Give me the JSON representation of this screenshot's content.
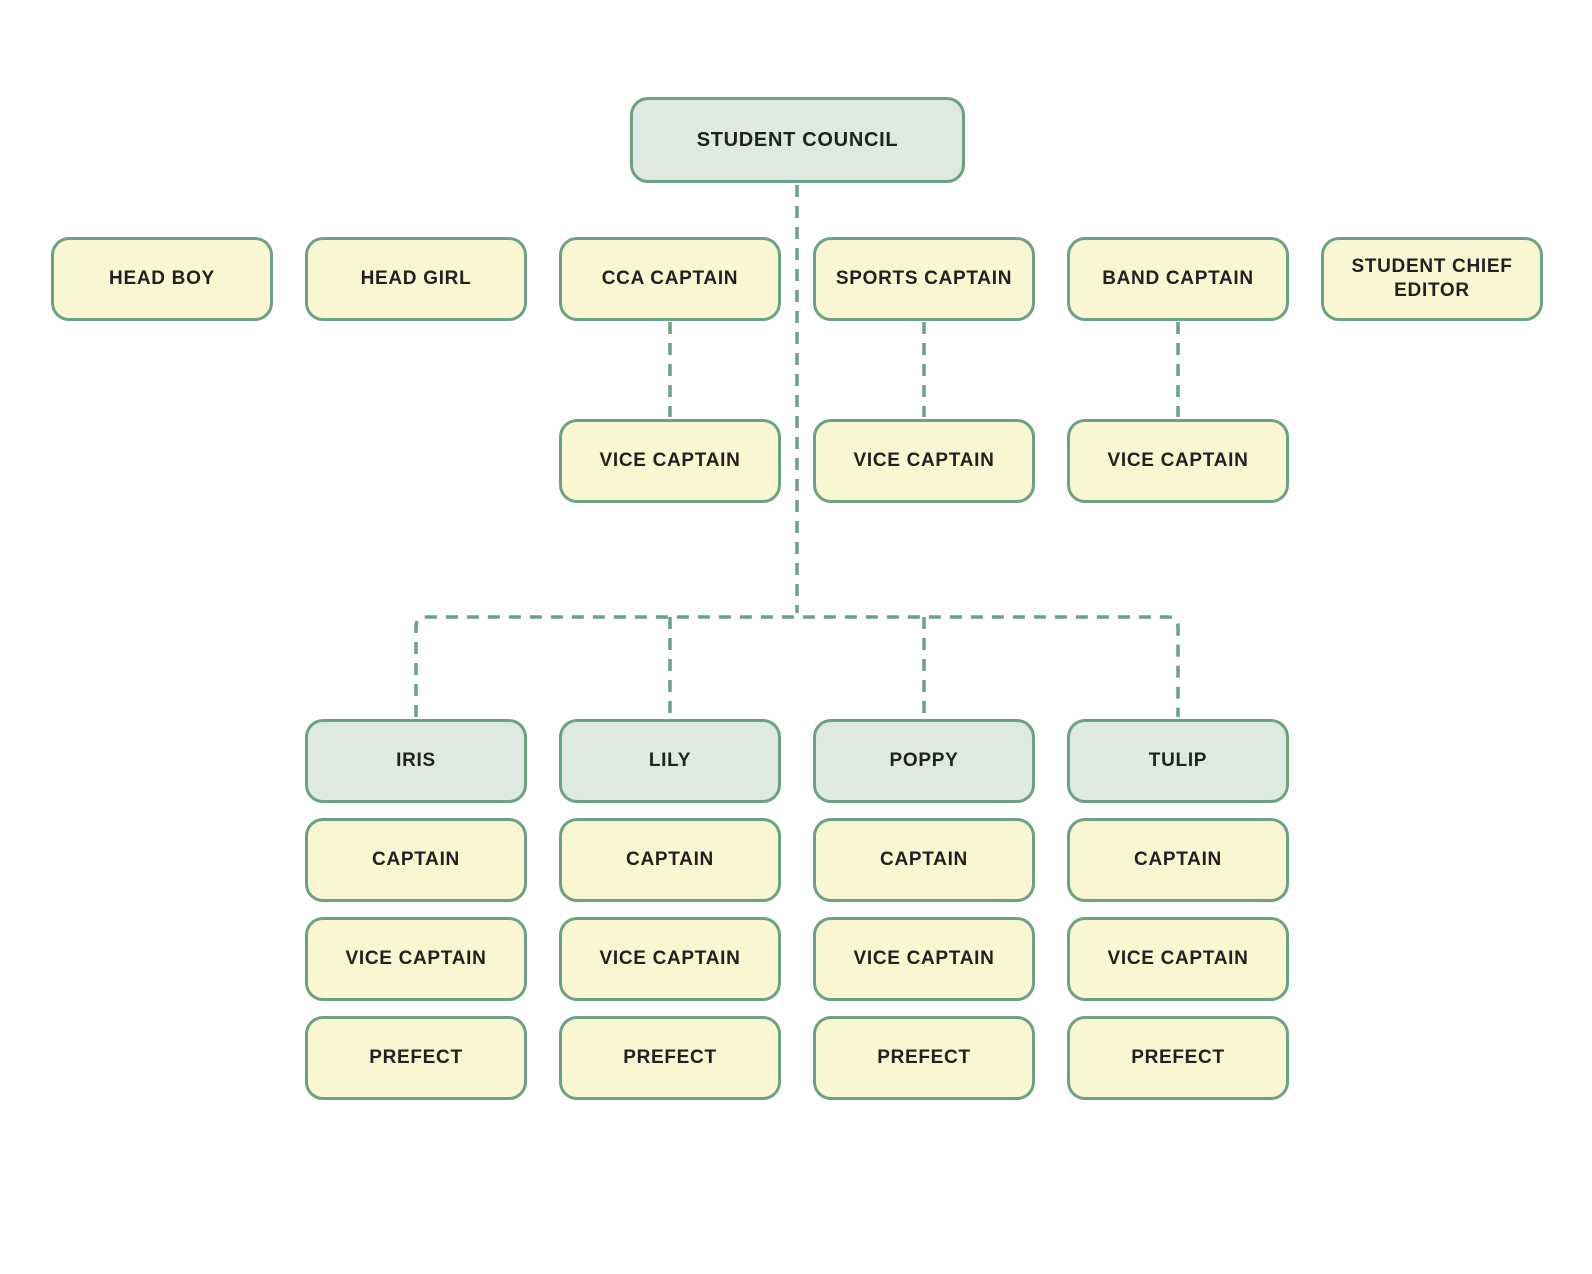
{
  "colors": {
    "border_green": "#6BA283",
    "fill_green": "#DEE9E2",
    "fill_yellow": "#FAF6D1",
    "text": "#212121",
    "background": "#FFFFFF"
  },
  "org": {
    "root": {
      "label": "STUDENT COUNCIL"
    },
    "officers": [
      {
        "label": "HEAD BOY"
      },
      {
        "label": "HEAD GIRL"
      },
      {
        "label": "CCA CAPTAIN",
        "deputy": "VICE CAPTAIN"
      },
      {
        "label": "SPORTS CAPTAIN",
        "deputy": "VICE CAPTAIN"
      },
      {
        "label": "BAND CAPTAIN",
        "deputy": "VICE CAPTAIN"
      },
      {
        "label": "STUDENT CHIEF EDITOR"
      }
    ],
    "houses": [
      {
        "name": "IRIS",
        "roles": [
          "CAPTAIN",
          "VICE CAPTAIN",
          "PREFECT"
        ]
      },
      {
        "name": "LILY",
        "roles": [
          "CAPTAIN",
          "VICE CAPTAIN",
          "PREFECT"
        ]
      },
      {
        "name": "POPPY",
        "roles": [
          "CAPTAIN",
          "VICE CAPTAIN",
          "PREFECT"
        ]
      },
      {
        "name": "TULIP",
        "roles": [
          "CAPTAIN",
          "VICE CAPTAIN",
          "PREFECT"
        ]
      }
    ]
  }
}
